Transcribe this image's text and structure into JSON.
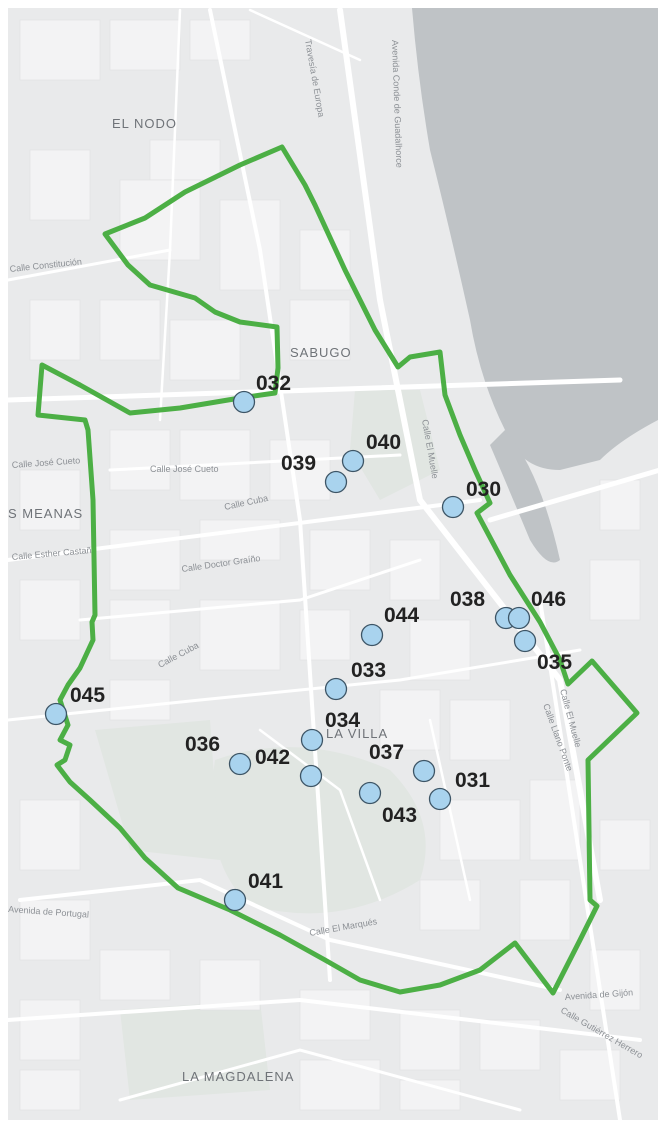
{
  "map": {
    "colors": {
      "land": "#e9eaeb",
      "block": "#f3f3f4",
      "park": "#e1e6e2",
      "water": "#bfc3c6",
      "road": "#ffffff",
      "boundary": "#4caf45",
      "marker_fill": "#a9d3ee",
      "marker_stroke": "#3d5566"
    },
    "neighborhoods": [
      {
        "id": "el-nodo",
        "text": "EL NODO"
      },
      {
        "id": "sabugo",
        "text": "SABUGO"
      },
      {
        "id": "meanas",
        "text": "S MEANAS"
      },
      {
        "id": "la-villa",
        "text": "LA VILLA"
      },
      {
        "id": "la-magdalena",
        "text": "LA MAGDALENA"
      }
    ],
    "streets": [
      {
        "id": "av-conde",
        "text": "Avenida Conde de Guadalhorce"
      },
      {
        "id": "calle-muelle-1",
        "text": "Calle El Muelle"
      },
      {
        "id": "calle-muelle-2",
        "text": "Calle El Muelle"
      },
      {
        "id": "calle-llano",
        "text": "Calle Llano Ponte"
      },
      {
        "id": "calle-cuba",
        "text": "Calle Cuba"
      },
      {
        "id": "calle-jose-cueto-1",
        "text": "Calle José Cueto"
      },
      {
        "id": "calle-jose-cueto-2",
        "text": "Calle José Cueto"
      },
      {
        "id": "calle-doctor-graino",
        "text": "Calle Doctor Graíño"
      },
      {
        "id": "calle-esther",
        "text": "Calle Esther Castaño"
      },
      {
        "id": "calle-cuba-2",
        "text": "Calle Cuba"
      },
      {
        "id": "calle-constitucion",
        "text": "Calle Constitución"
      },
      {
        "id": "calle-gijon",
        "text": "Avenida de Gijón"
      },
      {
        "id": "calle-gutierrez",
        "text": "Calle Gutiérrez Herrero"
      },
      {
        "id": "calle-marques",
        "text": "Calle El Marqués"
      },
      {
        "id": "calle-portugal",
        "text": "Avenida de Portugal"
      },
      {
        "id": "travesia-europa",
        "text": "Travesía de Europa"
      }
    ],
    "markers": [
      {
        "id": "030",
        "label": "030"
      },
      {
        "id": "031",
        "label": "031"
      },
      {
        "id": "032",
        "label": "032"
      },
      {
        "id": "033",
        "label": "033"
      },
      {
        "id": "034",
        "label": "034"
      },
      {
        "id": "035",
        "label": "035"
      },
      {
        "id": "036",
        "label": "036"
      },
      {
        "id": "037",
        "label": "037"
      },
      {
        "id": "038",
        "label": "038"
      },
      {
        "id": "039",
        "label": "039"
      },
      {
        "id": "040",
        "label": "040"
      },
      {
        "id": "041",
        "label": "041"
      },
      {
        "id": "042",
        "label": "042"
      },
      {
        "id": "043",
        "label": "043"
      },
      {
        "id": "044",
        "label": "044"
      },
      {
        "id": "045",
        "label": "045"
      },
      {
        "id": "046",
        "label": "046"
      }
    ]
  }
}
